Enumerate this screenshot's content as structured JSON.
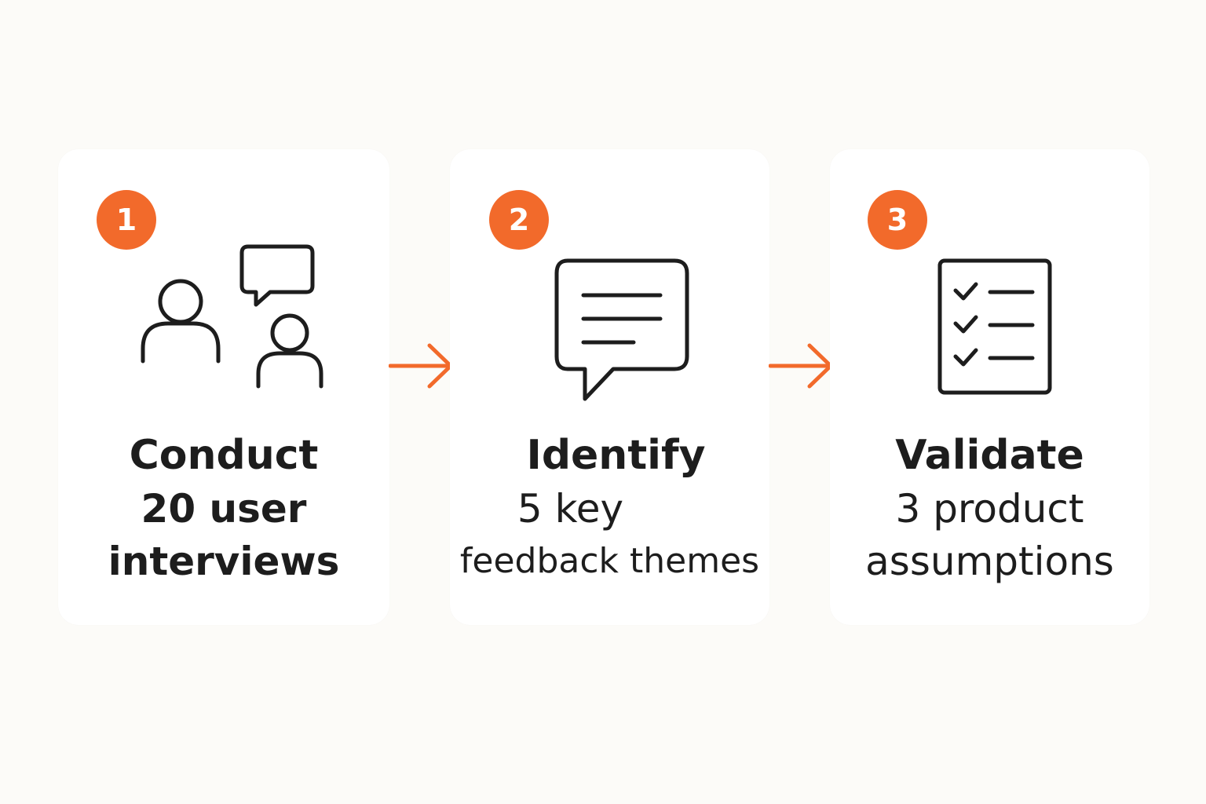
{
  "accent_color": "#f26a2b",
  "icon_color": "#1d1d1d",
  "steps": [
    {
      "number": "1",
      "icon": "people-talking-icon",
      "line1": "Conduct",
      "line2": "20 user",
      "line3": "interviews"
    },
    {
      "number": "2",
      "icon": "speech-bubble-lines-icon",
      "line1": "Identify",
      "line2": "5 key",
      "line3": "feedback themes"
    },
    {
      "number": "3",
      "icon": "checklist-icon",
      "line1": "Validate",
      "line2": "3 product",
      "line3": "assumptions"
    }
  ]
}
